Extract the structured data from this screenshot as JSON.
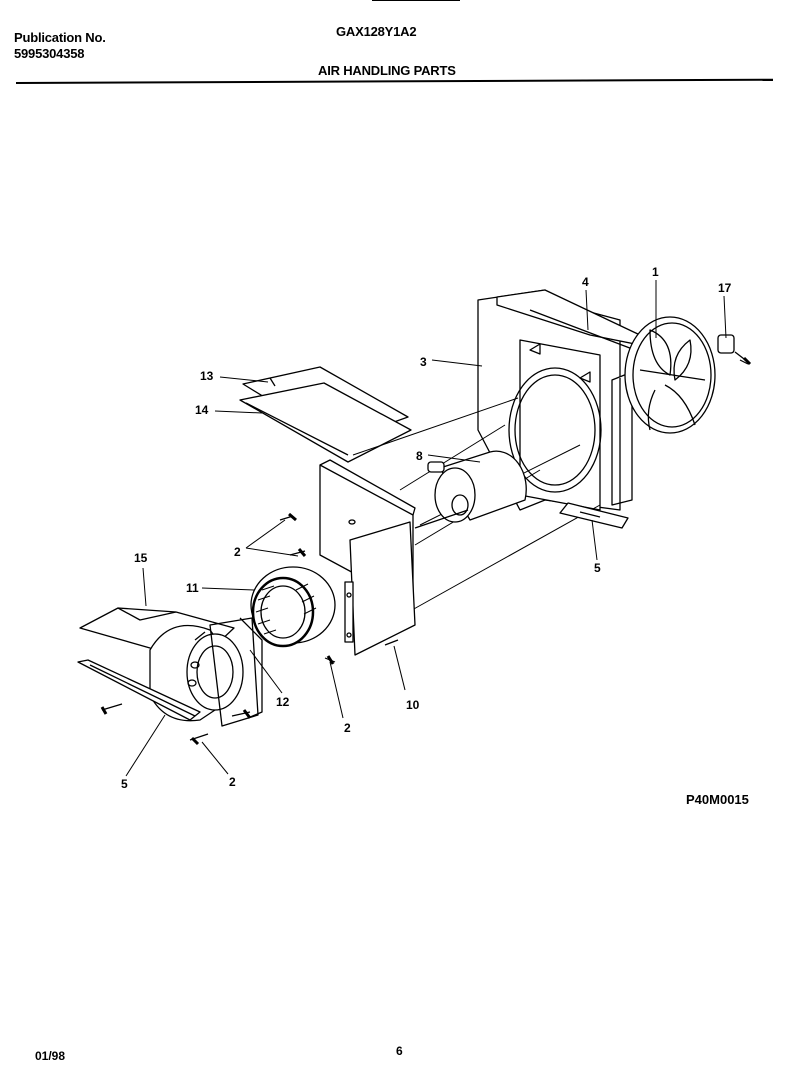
{
  "header": {
    "publication_label": "Publication No.",
    "publication_number": "5995304358",
    "model": "GAX128Y1A2",
    "section_title": "AIR HANDLING PARTS"
  },
  "drawing_code": "P40M0015",
  "footer": {
    "date": "01/98",
    "page": "6"
  },
  "callouts": {
    "c1": "1",
    "c2a": "2",
    "c2b": "2",
    "c2c": "2",
    "c3": "3",
    "c4": "4",
    "c5a": "5",
    "c5b": "5",
    "c8": "8",
    "c10": "10",
    "c11": "11",
    "c12": "12",
    "c13": "13",
    "c14": "14",
    "c15": "15",
    "c17": "17"
  }
}
